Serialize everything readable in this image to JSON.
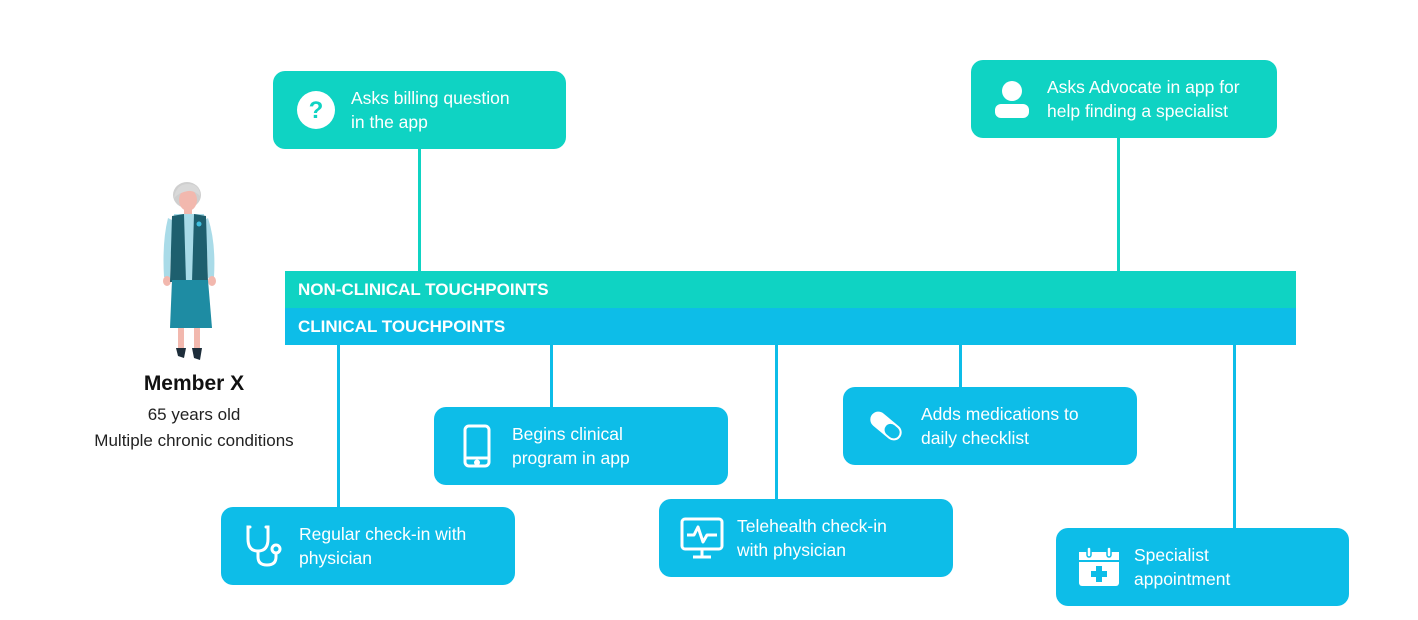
{
  "bands": {
    "non_clinical": "NON-CLINICAL TOUCHPOINTS",
    "clinical": "CLINICAL TOUCHPOINTS"
  },
  "member": {
    "name": "Member X",
    "age": "65 years old",
    "conditions": "Multiple chronic conditions"
  },
  "non_clinical_cards": [
    {
      "text": "Asks billing question\nin the app",
      "icon": "question-icon"
    },
    {
      "text": "Asks Advocate in app for\nhelp finding a specialist",
      "icon": "person-icon"
    }
  ],
  "clinical_cards": [
    {
      "text": "Regular check-in with\nphysician",
      "icon": "stethoscope-icon"
    },
    {
      "text": "Begins clinical\nprogram in app",
      "icon": "phone-icon"
    },
    {
      "text": "Telehealth check-in\nwith physician",
      "icon": "monitor-heartbeat-icon"
    },
    {
      "text": "Adds medications to\ndaily checklist",
      "icon": "pill-icon"
    },
    {
      "text": "Specialist\nappointment",
      "icon": "calendar-plus-icon"
    }
  ],
  "colors": {
    "non_clinical": "#0fd3c3",
    "clinical": "#0dbde8"
  }
}
